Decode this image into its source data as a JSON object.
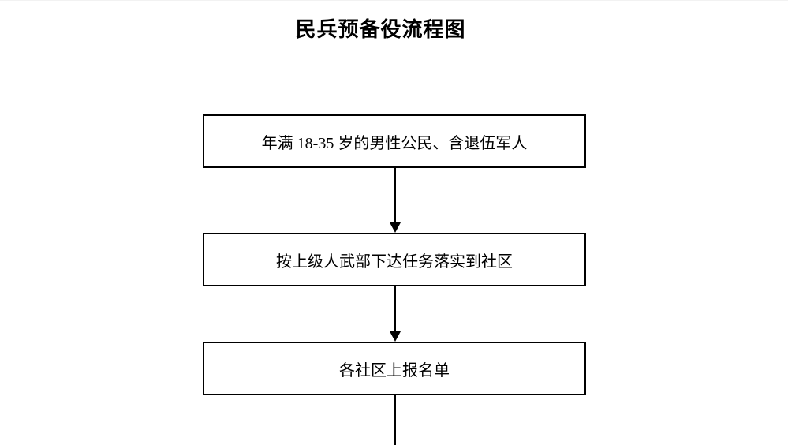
{
  "page": {
    "title": "民兵预备役流程图",
    "background_color": "#ffffff"
  },
  "flowchart": {
    "line_color": "#000000",
    "border_color": "#000000",
    "text_color": "#000000",
    "nodes": [
      {
        "label": "年满 18-35 岁的男性公民、含退伍军人"
      },
      {
        "label": "按上级人武部下达任务落实到社区"
      },
      {
        "label": "各社区上报名单"
      }
    ],
    "connectors": [
      {
        "from": 1,
        "to": 2,
        "style": "arrow-down"
      },
      {
        "from": 2,
        "to": 3,
        "style": "arrow-down"
      },
      {
        "from": 3,
        "to": "offscreen-bottom",
        "style": "line-down-cut-off"
      }
    ]
  }
}
